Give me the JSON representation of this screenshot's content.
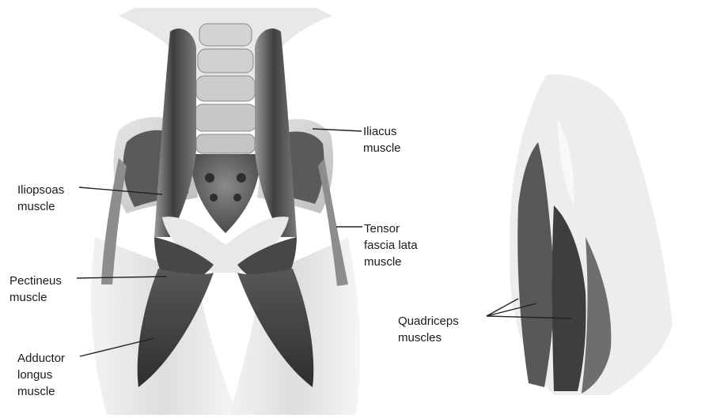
{
  "labels": {
    "iliacus": "Iliacus\nmuscle",
    "iliopsoas": "Iliopsoas\nmuscle",
    "tensor": "Tensor\nfascia lata\nmuscle",
    "pectineus": "Pectineus\nmuscle",
    "quadriceps": "Quadriceps\nmuscles",
    "adductor": "Adductor\nlongus\nmuscle"
  },
  "colors": {
    "muscle_dark": "#3b3b3b",
    "muscle_mid": "#6b6b6b",
    "bone": "#cfcfcf",
    "leader": "#222222"
  }
}
